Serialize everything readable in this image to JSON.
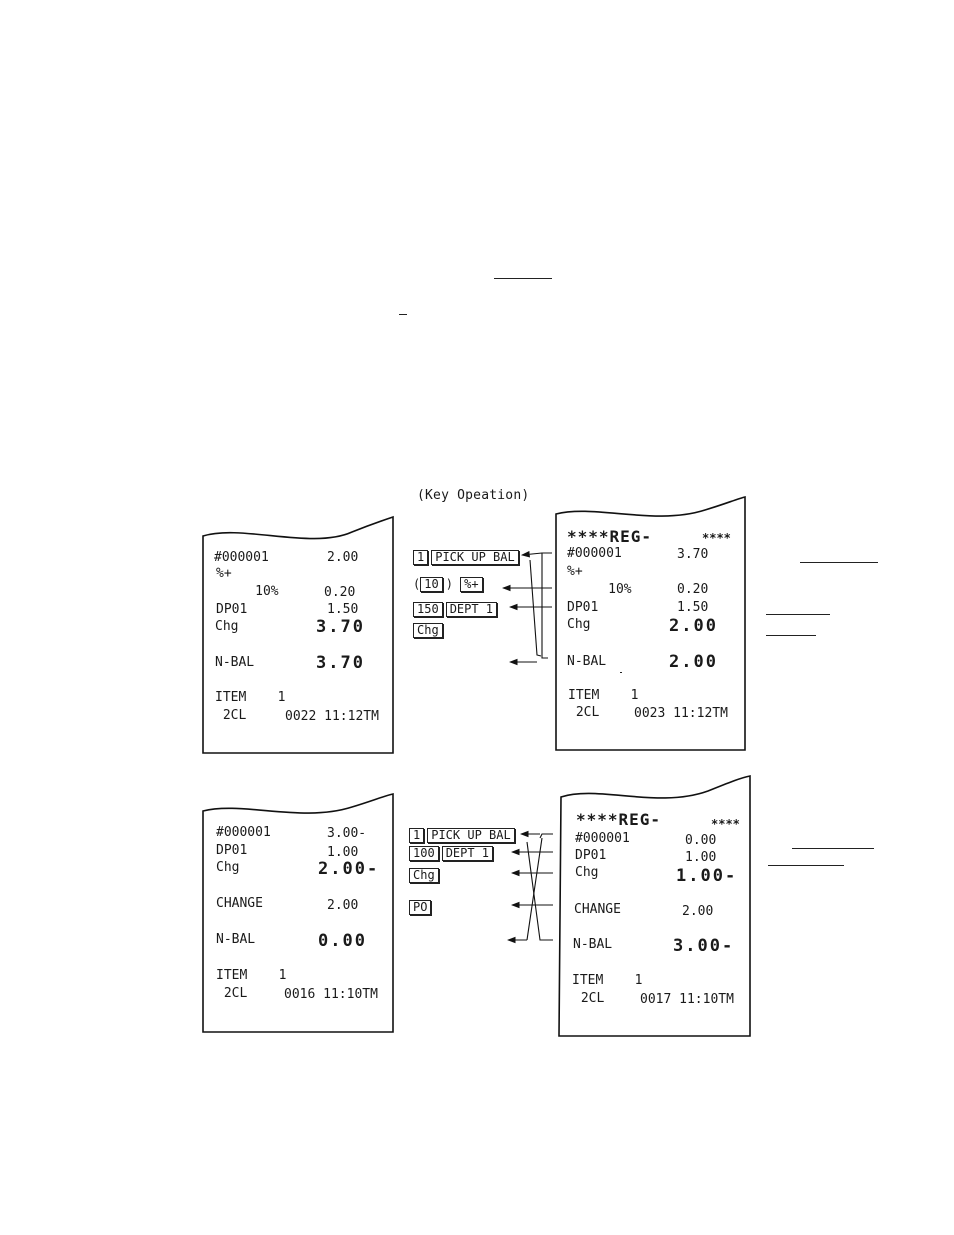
{
  "heading": "(Key Opeation)",
  "left_top": {
    "lines": [
      {
        "label": "#000001",
        "value": "2.00"
      },
      {
        "label": "%+",
        "value": ""
      },
      {
        "label": "     10%",
        "value": "0.20"
      },
      {
        "label": "DP01",
        "value": "1.50"
      },
      {
        "label": "Chg",
        "value": "3.70"
      },
      {
        "label": "N-BAL",
        "value": "3.70"
      },
      {
        "label": "ITEM    1",
        "value": ""
      },
      {
        "label": " 2CL",
        "value": "0022 11:12TM"
      }
    ]
  },
  "right_top": {
    "title": "****REG-",
    "title_stars": "****",
    "lines": [
      {
        "label": "#000001",
        "value": "3.70"
      },
      {
        "label": "%+",
        "value": ""
      },
      {
        "label": "     10%",
        "value": "0.20"
      },
      {
        "label": "DP01",
        "value": "1.50"
      },
      {
        "label": "Chg",
        "value": "2.00"
      },
      {
        "label": "N-BAL",
        "value": "2.00"
      },
      {
        "label": "ITEM    1",
        "value": ""
      },
      {
        "label": " 2CL",
        "value": "0023 11:12TM"
      }
    ]
  },
  "keys_top": {
    "row1_num": "1",
    "row1_key": "PICK UP BAL",
    "row2_open": "(",
    "row2_num": "10",
    "row2_close": ")",
    "row2_key": "%+",
    "row3_num": "150",
    "row3_key": "DEPT 1",
    "row4_key": "Chg"
  },
  "left_bottom": {
    "lines": [
      {
        "label": "#000001",
        "value": "3.00-"
      },
      {
        "label": "DP01",
        "value": "1.00"
      },
      {
        "label": "Chg",
        "value": "2.00-"
      },
      {
        "label": "CHANGE",
        "value": "2.00"
      },
      {
        "label": "N-BAL",
        "value": "0.00"
      },
      {
        "label": "ITEM    1",
        "value": ""
      },
      {
        "label": " 2CL",
        "value": "0016 11:10TM"
      }
    ]
  },
  "right_bottom": {
    "title": "****REG-",
    "title_stars": "****",
    "lines": [
      {
        "label": "#000001",
        "value": "0.00"
      },
      {
        "label": "DP01",
        "value": "1.00"
      },
      {
        "label": "Chg",
        "value": "1.00-"
      },
      {
        "label": "CHANGE",
        "value": "2.00"
      },
      {
        "label": "N-BAL",
        "value": "3.00-"
      },
      {
        "label": "ITEM    1",
        "value": ""
      },
      {
        "label": " 2CL",
        "value": "0017 11:10TM"
      }
    ]
  },
  "keys_bottom": {
    "row1_num": "1",
    "row1_key": "PICK UP BAL",
    "row2_num": "100",
    "row2_key": "DEPT 1",
    "row3_key": "Chg",
    "row4_key": "PO"
  }
}
